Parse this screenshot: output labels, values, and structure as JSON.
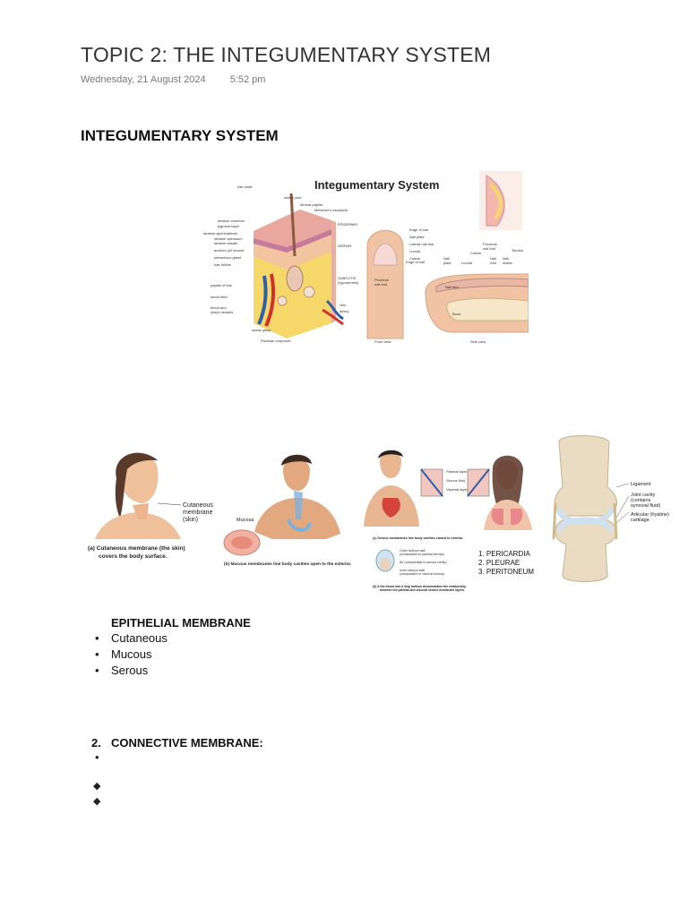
{
  "page": {
    "title": "TOPIC 2: THE INTEGUMENTARY SYSTEM",
    "date": "Wednesday, 21 August 2024",
    "time": "5:52 pm"
  },
  "section1": {
    "heading": "INTEGUMENTARY SYSTEM"
  },
  "figure_integ": {
    "title": "Integumentary System",
    "labels_left": [
      "hair shaft",
      "sweat pore",
      "dermal papilla",
      "Meissner's corpuscle (tactile corpuscle)",
      "stratum corneum",
      "pigment layer",
      "stratum germinativum",
      "stratum spinosum",
      "stratum basale",
      "arrector pili muscle",
      "sebaceous gland",
      "hair follicle",
      "papilla of hair",
      "nerve fiber",
      "blood and lymph vessels",
      "sweat gland",
      "Pacinian corpuscle",
      "vein",
      "artery"
    ],
    "labels_layers": [
      "EPIDERMIS",
      "DERMIS",
      "SUBCUTIS (hypodermis)"
    ],
    "labels_nail": [
      "Edge of nail",
      "Nail plate",
      "Lateral nail fold",
      "Lunula",
      "Cuticle",
      "Proximal nail fold",
      "Edge of nail",
      "Nail plate",
      "Lunula",
      "Cuticle",
      "Proximal nail fold",
      "Nail root",
      "Nail matrix",
      "Tendon",
      "Nail bed",
      "Bone"
    ],
    "nail_captions": [
      "Front view",
      "Side view"
    ]
  },
  "figure_membranes": {
    "caption_a": "(a) Cutaneous membrane (the skin) covers the body surface.",
    "label_cutaneous": "Cutaneous membrane (skin)",
    "label_mucosa": "Mucosa",
    "caption_b": "(b) Mucous membranes line body cavities open to the exterior.",
    "serous_labels": [
      "Parietal layer",
      "Serous fluid",
      "Visceral layer"
    ],
    "caption_c": "(c) Serous membranes line body cavities closed to exterior.",
    "balloon_labels": [
      "Outer balloon wall (comparable to parietal serosa)",
      "Air (comparable to serous cavity)",
      "Inner balloon wall (comparable to visceral serosa)"
    ],
    "caption_d": "(d) A fist thrust into a limp balloon demonstrates the relationship between the parietal and visceral serous membrane layers.",
    "serous_list": [
      "1. PERICARDIA",
      "2. PLEURAE",
      "3. PERITONEUM"
    ],
    "joint_labels": [
      "Ligament",
      "Joint cavity (contains synovial fluid)",
      "Articular (hyaline) cartilage"
    ]
  },
  "epithelial": {
    "heading": "EPITHELIAL MEMBRANE",
    "items": [
      "Cutaneous",
      "Mucous",
      "Serous"
    ]
  },
  "connective": {
    "number": "2.",
    "heading": "CONNECTIVE MEMBRANE:",
    "bullet": "•",
    "diamond": "◆"
  },
  "colors": {
    "skin": "#f2c4a0",
    "fat": "#f6d76a",
    "epidermis": "#e9a7a0",
    "pink_layer": "#c77b9c",
    "artery": "#d0302c",
    "vein": "#2f5fa8",
    "bone": "#e9dcc2",
    "cartilage": "#cfe0ee"
  }
}
